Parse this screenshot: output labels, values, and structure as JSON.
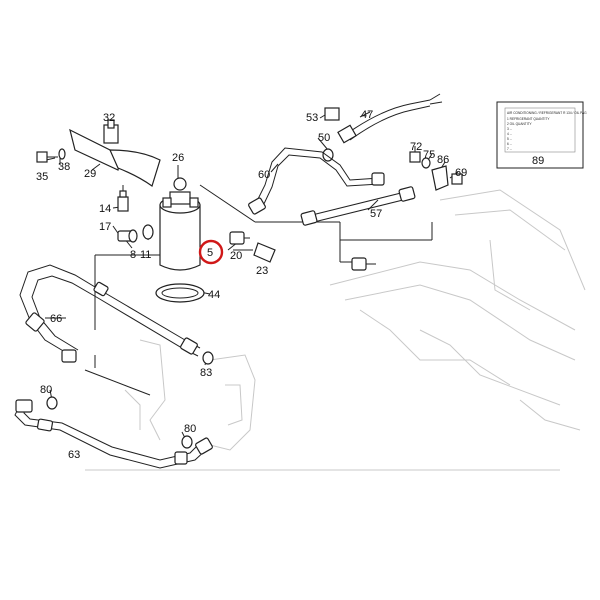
{
  "diagram": {
    "highlight_color": "#d01818",
    "callouts": {
      "c32": "32",
      "c35": "35",
      "c38": "38",
      "c29": "29",
      "c26": "26",
      "c14": "14",
      "c17": "17",
      "c8": "8",
      "c11": "11",
      "c5": "5",
      "c20": "20",
      "c23": "23",
      "c44": "44",
      "c53": "53",
      "c47": "47",
      "c50": "50",
      "c60": "60",
      "c57": "57",
      "c72": "72",
      "c75": "75",
      "c86": "86",
      "c69": "69",
      "c66": "66",
      "c83": "83",
      "c80a": "80",
      "c80b": "80",
      "c63": "63",
      "c89": "89"
    },
    "label_card": {
      "lines": [
        "AIR CONDITIONING / REFRIGERANT R 134 / OIL PAG",
        "1 REFRIGERANT QUANTITY",
        "2 OIL QUANTITY",
        "3 ...",
        "4 ...",
        "5 ...",
        "6 ...",
        "7 ..."
      ]
    }
  }
}
